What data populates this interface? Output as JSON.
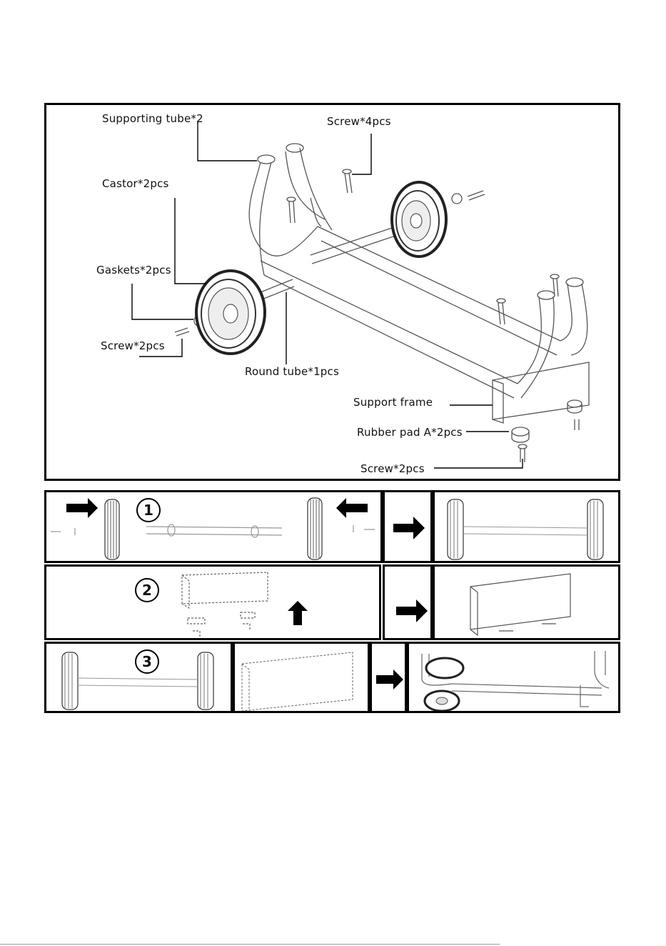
{
  "main_diagram": {
    "labels": {
      "supporting_tube": "Supporting tube*2",
      "screw_4": "Screw*4pcs",
      "castor": "Castor*2pcs",
      "gaskets": "Gaskets*2pcs",
      "screw_2_left": "Screw*2pcs",
      "round_tube": "Round tube*1pcs",
      "support_frame": "Support frame",
      "rubber_pad": "Rubber pad A*2pcs",
      "screw_2_bottom": "Screw*2pcs"
    }
  },
  "steps": [
    {
      "number": "1"
    },
    {
      "number": "2"
    },
    {
      "number": "3"
    }
  ],
  "colors": {
    "line": "#000000",
    "part_stroke": "#444444",
    "tire": "#222222",
    "background": "#ffffff"
  }
}
